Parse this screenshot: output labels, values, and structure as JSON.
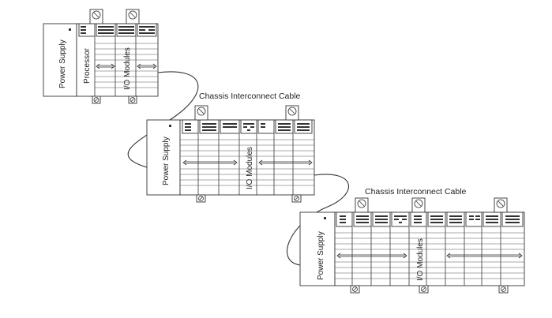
{
  "chassis": [
    {
      "power_supply_label": "Power Supply",
      "labels": [
        "Processor",
        "I/O Modules"
      ]
    },
    {
      "power_supply_label": "Power Supply",
      "labels": [
        "I/O Modules"
      ]
    },
    {
      "power_supply_label": "Power Supply",
      "labels": [
        "I/O Modules"
      ]
    }
  ],
  "cables": [
    {
      "label": "Chassis Interconnect Cable"
    },
    {
      "label": "Chassis Interconnect Cable"
    }
  ]
}
